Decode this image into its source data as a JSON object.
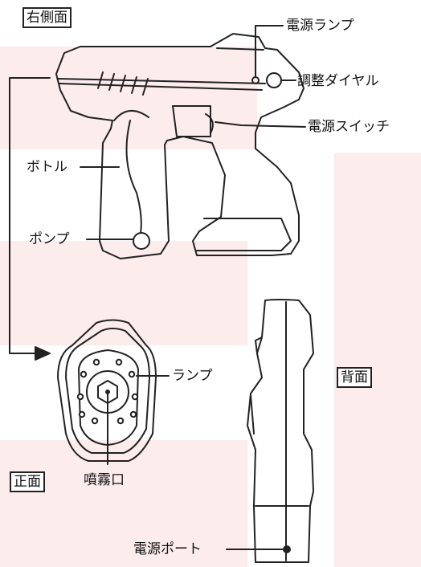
{
  "views": {
    "right_side": "右側面",
    "front": "正面",
    "back": "背面"
  },
  "labels": {
    "power_lamp": "電源ランプ",
    "adjust_dial": "調整ダイヤル",
    "power_switch": "電源スイッチ",
    "bottle": "ボトル",
    "pump": "ポンプ",
    "lamp": "ランプ",
    "nozzle": "噴霧口",
    "power_port": "電源ポート"
  },
  "colors": {
    "background_tint": "#fcecec",
    "line": "#222222"
  }
}
